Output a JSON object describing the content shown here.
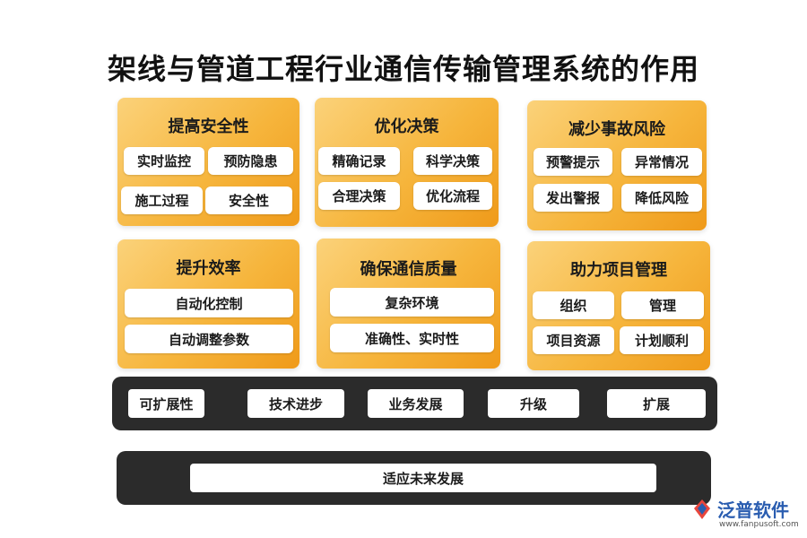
{
  "title": "架线与管道工程行业通信传输管理系统的作用",
  "cards": [
    {
      "title": "提高安全性",
      "items": [
        "实时监控",
        "预防隐患",
        "施工过程",
        "安全性"
      ]
    },
    {
      "title": "优化决策",
      "items": [
        "精确记录",
        "科学决策",
        "合理决策",
        "优化流程"
      ]
    },
    {
      "title": "减少事故风险",
      "items": [
        "预警提示",
        "异常情况",
        "发出警报",
        "降低风险"
      ]
    },
    {
      "title": "提升效率",
      "items": [
        "自动化控制",
        "自动调整参数"
      ]
    },
    {
      "title": "确保通信质量",
      "items": [
        "复杂环境",
        "准确性、实时性"
      ]
    },
    {
      "title": "助力项目管理",
      "items": [
        "组织",
        "管理",
        "项目资源",
        "计划顺利"
      ]
    }
  ],
  "bar1": [
    "可扩展性",
    "技术进步",
    "业务发展",
    "升级",
    "扩展"
  ],
  "bar2": "适应未来发展",
  "logo": {
    "name": "泛普软件",
    "url": "www.fanpusoft.com"
  }
}
